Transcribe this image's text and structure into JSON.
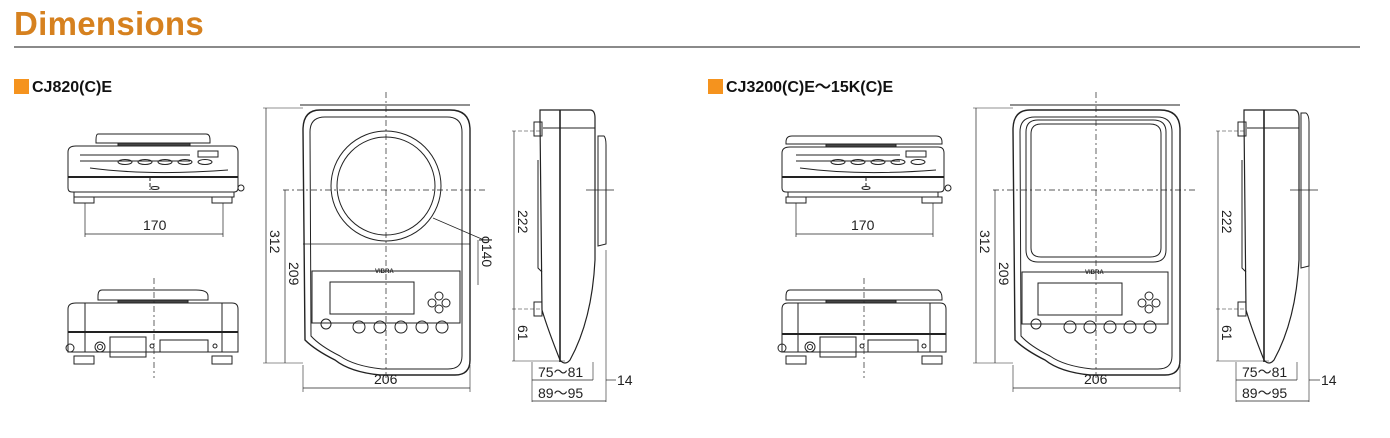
{
  "header": {
    "title": "Dimensions",
    "accent_color": "#d6811f",
    "marker_color": "#f5931e"
  },
  "models": [
    {
      "name": "CJ820(C)E",
      "front_view": {
        "foot_spacing": "170"
      },
      "top_view": {
        "depth": "312",
        "pan_to_front": "209",
        "width": "206",
        "pan_diameter": "ϕ140",
        "brand": "VIBRA"
      },
      "side_view": {
        "foot_span": "222",
        "front_height": "61",
        "height_range": "75〜81",
        "height_total_range": "89〜95",
        "pan_thickness": "14"
      }
    },
    {
      "name": "CJ3200(C)E〜15K(C)E",
      "front_view": {
        "foot_spacing": "170"
      },
      "top_view": {
        "depth": "312",
        "pan_to_front": "209",
        "width": "206",
        "brand": "VIBRA"
      },
      "side_view": {
        "foot_span": "222",
        "front_height": "61",
        "height_range": "75〜81",
        "height_total_range": "89〜95",
        "pan_thickness": "14"
      }
    }
  ]
}
